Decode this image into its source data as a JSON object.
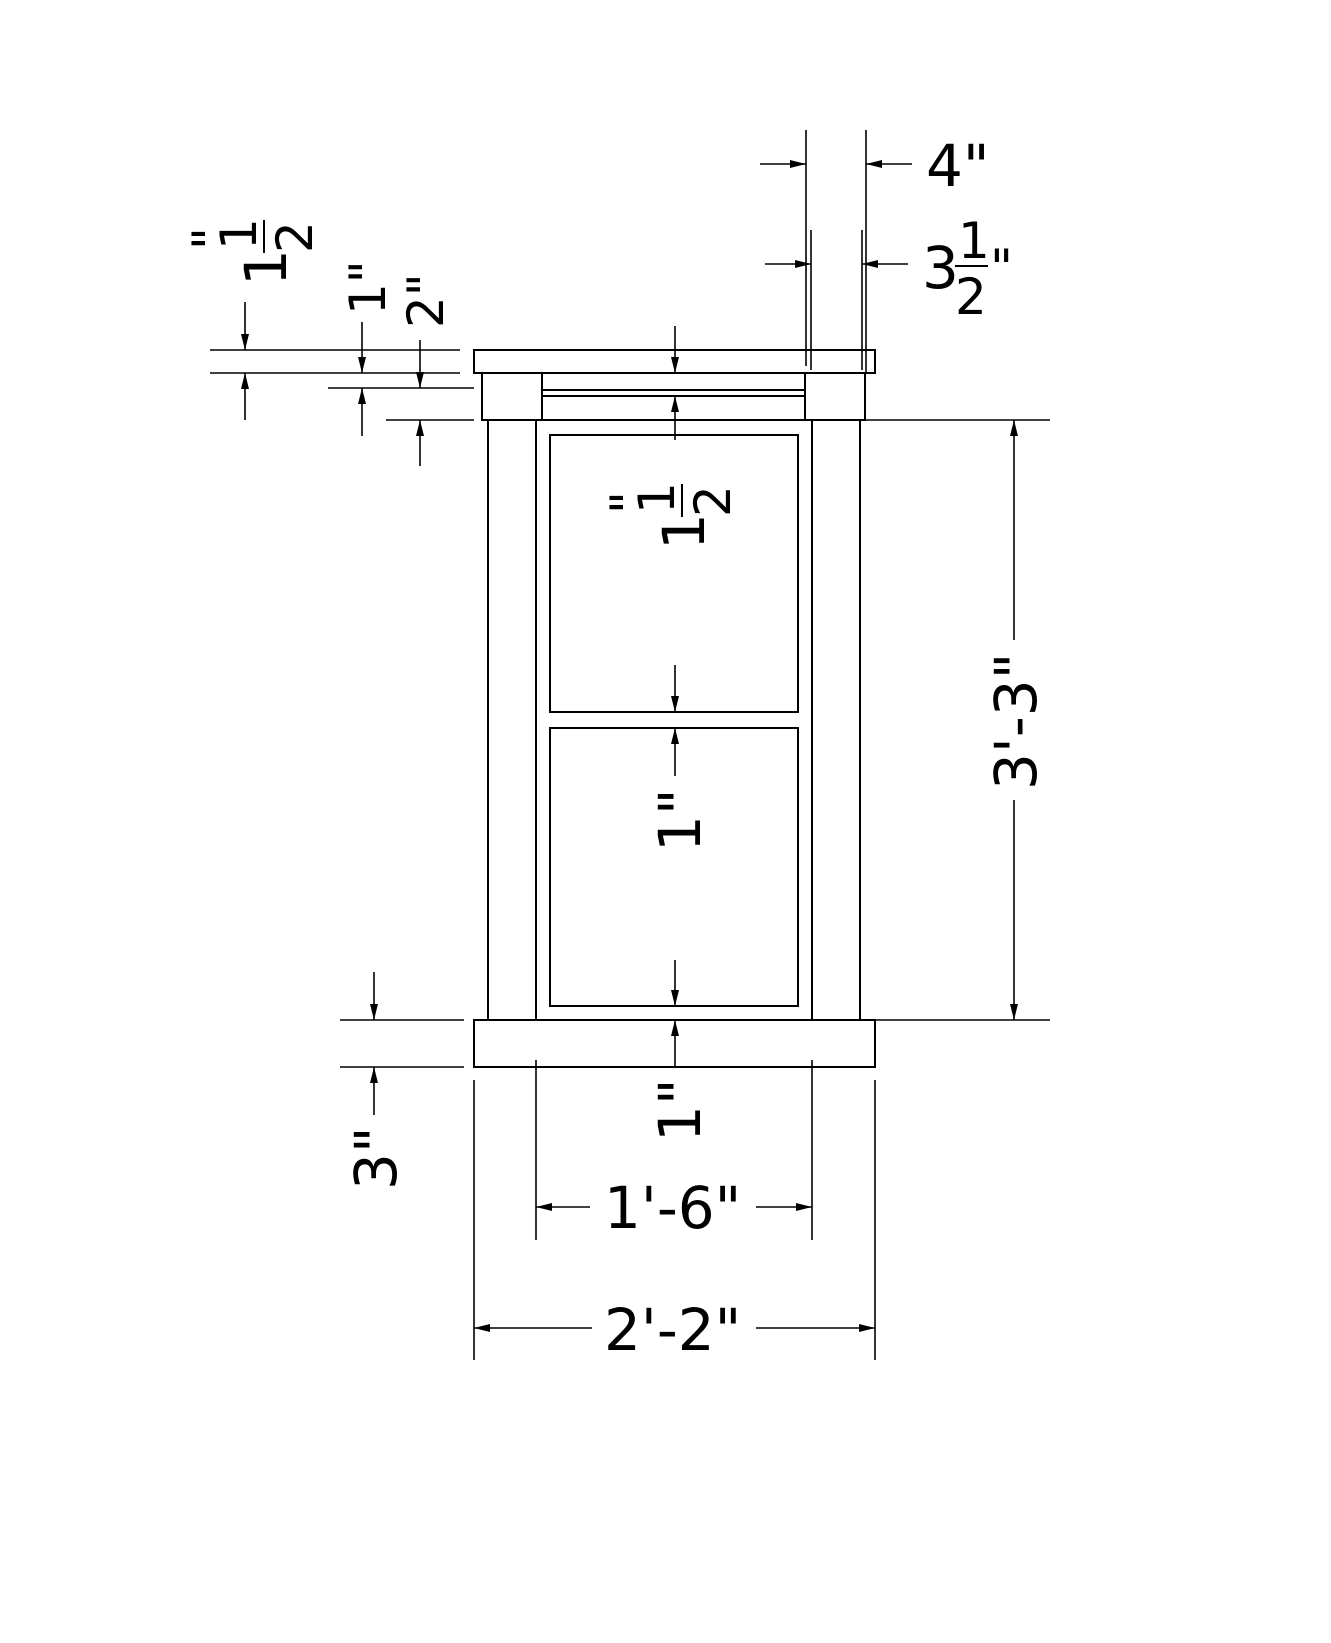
{
  "dimensions": {
    "overall_width": "2'-2\"",
    "inner_width": "1'-6\"",
    "height": "3'-3\"",
    "sill_height": "3\"",
    "bottom_rail": "1\"",
    "meeting_rail": "1\"",
    "head_trim": "1\"",
    "head_cap_whole": "1",
    "head_cap_frac_num": "1",
    "head_cap_frac_den": "2\"",
    "cap_thickness_whole": "1",
    "cap_thickness_num": "1",
    "cap_thickness_den": "2",
    "cap_thickness_inch": "\"",
    "half_inch_num": "1\"",
    "half_inch_den": "2\"",
    "top_rail_whole": "1",
    "top_rail_num": "1",
    "top_rail_den": "2",
    "top_rail_inch": "\"",
    "casing_width": "4\"",
    "stile_whole": "3",
    "stile_num": "1",
    "stile_den": "2",
    "stile_inch": "\""
  }
}
